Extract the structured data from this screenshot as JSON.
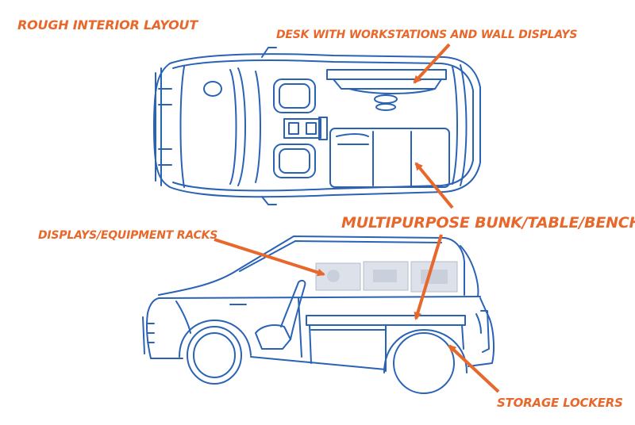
{
  "title": "ROUGH INTERIOR LAYOUT",
  "labels": {
    "desk": "DESK WITH WORKSTATIONS AND WALL DISPLAYS",
    "bunk": "MULTIPURPOSE BUNK/TABLE/BENCH",
    "displays": "DISPLAYS/EQUIPMENT RACKS",
    "storage": "STORAGE LOCKERS"
  },
  "colors": {
    "sketch": "#2a63b5",
    "accent": "#e8672a",
    "screen": "#dde2ea"
  },
  "views": [
    "top-view",
    "side-view"
  ]
}
